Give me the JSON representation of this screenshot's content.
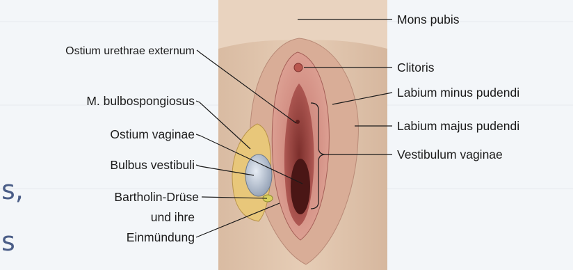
{
  "labels": {
    "mons_pubis": "Mons pubis",
    "ostium_urethrae": "Ostium urethrae externum",
    "clitoris": "Clitoris",
    "m_bulbospongiosus": "M. bulbospongiosus",
    "labium_minus": "Labium minus pudendi",
    "ostium_vaginae": "Ostium vaginae",
    "labium_majus": "Labium majus pudendi",
    "bulbus_vestibuli": "Bulbus vestibuli",
    "vestibulum_vaginae": "Vestibulum vaginae",
    "bartholin_1": "Bartholin-Drüse",
    "bartholin_2": "und ihre",
    "bartholin_3": "Einmündung"
  },
  "slide_fragments": {
    "line1": "s,",
    "line2": "s"
  }
}
